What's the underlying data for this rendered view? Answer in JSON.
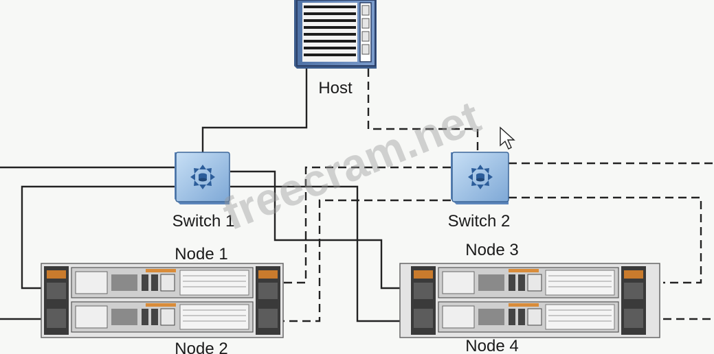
{
  "labels": {
    "host": "Host",
    "switch1": "Switch 1",
    "switch2": "Switch 2",
    "node1": "Node 1",
    "node2": "Node 2",
    "node3": "Node 3",
    "node4": "Node 4"
  },
  "watermark": "freecram.net",
  "legend_semantics": {
    "solid_line": "switch-1-path",
    "dashed_line": "switch-2-path"
  },
  "colors": {
    "line": "#222222",
    "host_blue": "#6d8fbf",
    "switch_blue": "#9fc3e8",
    "switch_arrow": "#2c5d9a",
    "chassis": "#d8d8d8",
    "orange_accent": "#d98c3a"
  },
  "icons": [
    "server-icon",
    "network-switch-icon",
    "storage-array-icon",
    "mouse-cursor-icon"
  ]
}
